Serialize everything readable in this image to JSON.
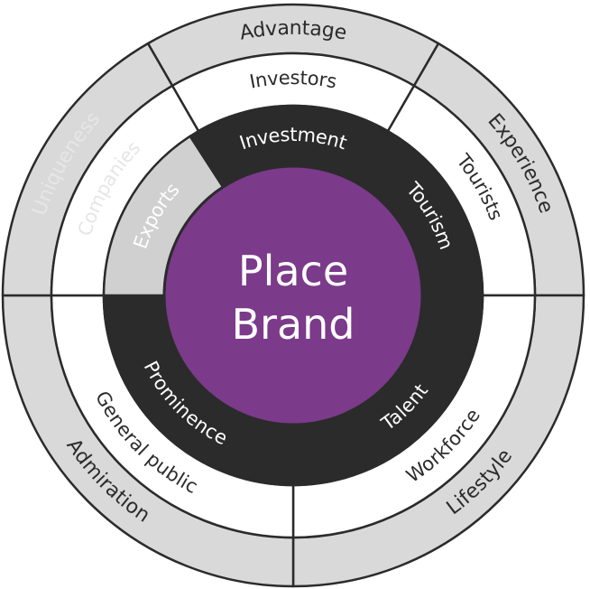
{
  "center": {
    "line1": "Place",
    "line2": "Brand",
    "color": "#7b3a8a"
  },
  "colors": {
    "outer": "#d9d9d9",
    "stroke": "#2b2b2b",
    "dark": "#2b2b2b",
    "light": "#d0d0d0",
    "white": "#ffffff",
    "text_dark": "#2b2b2b",
    "text_faint": "#e6e6e6"
  },
  "segments": [
    {
      "id": "investment",
      "outer": "Advantage",
      "middle": "Investors",
      "inner": "Investment",
      "inner_fill": "dark",
      "faded": false
    },
    {
      "id": "tourism",
      "outer": "Experience",
      "middle": "Tourists",
      "inner": "Tourism",
      "inner_fill": "dark",
      "faded": false
    },
    {
      "id": "talent",
      "outer": "Lifestyle",
      "middle": "Workforce",
      "inner": "Talent",
      "inner_fill": "dark",
      "faded": false
    },
    {
      "id": "prominence",
      "outer": "Admiration",
      "middle": "General public",
      "inner": "Prominence",
      "inner_fill": "dark",
      "faded": false
    },
    {
      "id": "exports",
      "outer": "Uniqueness",
      "middle": "Companies",
      "inner": "Exports",
      "inner_fill": "light",
      "faded": true
    }
  ]
}
